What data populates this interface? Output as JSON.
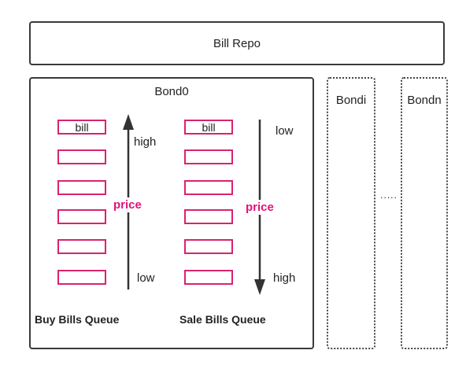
{
  "repo": {
    "label": "Bill Repo"
  },
  "bond0": {
    "title": "Bond0",
    "buy_queue": {
      "label": "Buy Bills Queue",
      "bills": [
        "bill",
        "",
        "",
        "",
        "",
        ""
      ],
      "arrow": {
        "top_label": "high",
        "bottom_label": "low",
        "middle_label": "price",
        "direction": "up"
      }
    },
    "sale_queue": {
      "label": "Sale Bills Queue",
      "bills": [
        "bill",
        "",
        "",
        "",
        "",
        ""
      ],
      "arrow": {
        "top_label": "low",
        "bottom_label": "high",
        "middle_label": "price",
        "direction": "down"
      }
    }
  },
  "bondi": {
    "label": "Bondi"
  },
  "bondn": {
    "label": "Bondn"
  },
  "ellipsis": ".....",
  "colors": {
    "border": "#3a3a3a",
    "bill_border": "#d9236e",
    "price_text": "#e0137a",
    "arrow": "#333333"
  }
}
